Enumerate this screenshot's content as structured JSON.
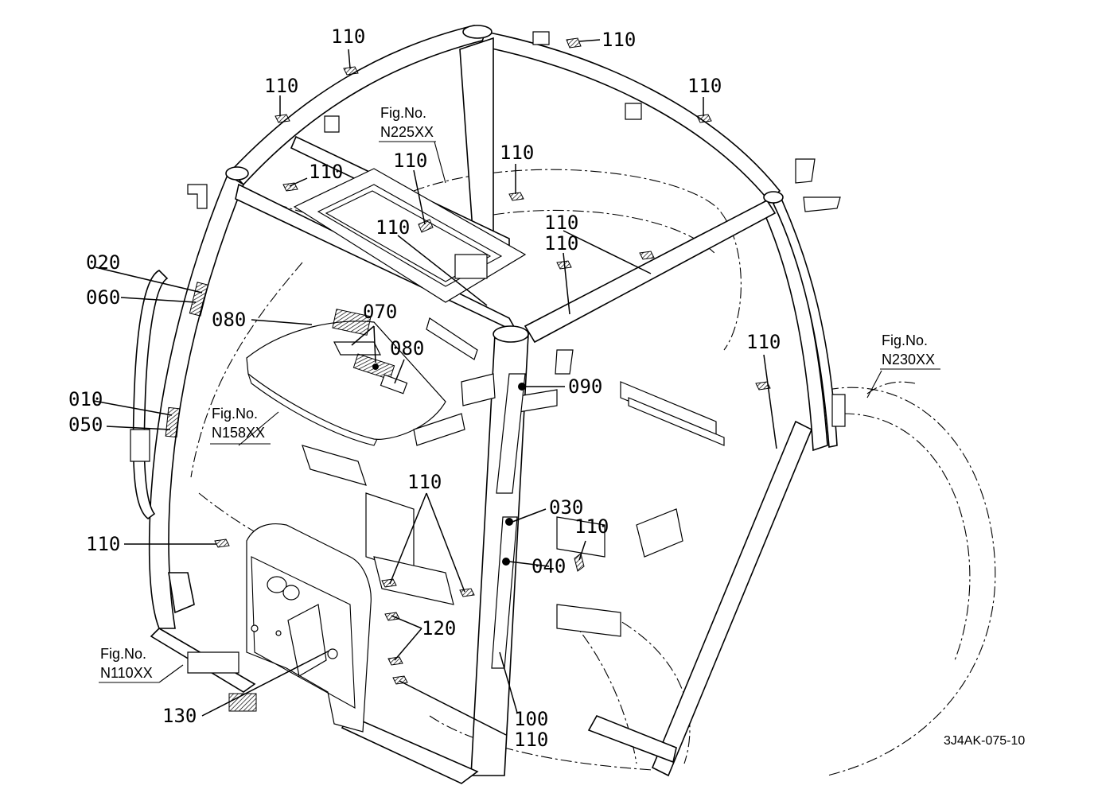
{
  "drawing_code": "3J4AK-075-10",
  "fig_refs": [
    {
      "id": "n225",
      "line1": "Fig.No.",
      "line2": "N225XX"
    },
    {
      "id": "n230",
      "line1": "Fig.No.",
      "line2": "N230XX"
    },
    {
      "id": "n158",
      "line1": "Fig.No.",
      "line2": "N158XX"
    },
    {
      "id": "n110",
      "line1": "Fig.No.",
      "line2": "N110XX"
    }
  ],
  "callouts": [
    {
      "id": "c110a",
      "text": "110"
    },
    {
      "id": "c110b",
      "text": "110"
    },
    {
      "id": "c110c",
      "text": "110"
    },
    {
      "id": "c110d",
      "text": "110"
    },
    {
      "id": "c110e",
      "text": "110"
    },
    {
      "id": "c110f",
      "text": "110"
    },
    {
      "id": "c110g",
      "text": "110"
    },
    {
      "id": "c110h",
      "text": "110"
    },
    {
      "id": "c110i",
      "text": "110"
    },
    {
      "id": "c110j",
      "text": "110"
    },
    {
      "id": "c110k",
      "text": "110"
    },
    {
      "id": "c110l",
      "text": "110"
    },
    {
      "id": "c110m",
      "text": "110"
    },
    {
      "id": "c110n",
      "text": "110"
    },
    {
      "id": "c020",
      "text": "020"
    },
    {
      "id": "c060",
      "text": "060"
    },
    {
      "id": "c080a",
      "text": "080"
    },
    {
      "id": "c070",
      "text": "070"
    },
    {
      "id": "c080b",
      "text": "080"
    },
    {
      "id": "c010",
      "text": "010"
    },
    {
      "id": "c050",
      "text": "050"
    },
    {
      "id": "c090",
      "text": "090"
    },
    {
      "id": "c030",
      "text": "030"
    },
    {
      "id": "c040",
      "text": "040"
    },
    {
      "id": "c120",
      "text": "120"
    },
    {
      "id": "c130",
      "text": "130"
    },
    {
      "id": "c100",
      "text": "100"
    }
  ]
}
